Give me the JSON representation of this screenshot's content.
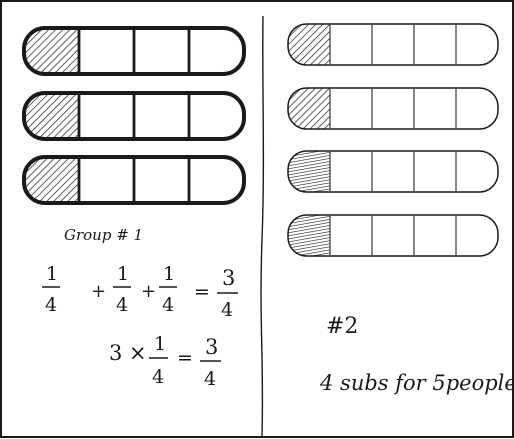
{
  "colors": {
    "ink": "#1a1a1a",
    "paper": "#ffffff"
  },
  "left_panel": {
    "bars": [
      {
        "parts": 4,
        "shaded": 1
      },
      {
        "parts": 4,
        "shaded": 1
      },
      {
        "parts": 4,
        "shaded": 1
      }
    ],
    "group_label": "Group # 1",
    "equation1": {
      "terms": [
        {
          "num": "1",
          "den": "4"
        },
        {
          "num": "1",
          "den": "4"
        },
        {
          "num": "1",
          "den": "4"
        }
      ],
      "plus": "+",
      "equals": "=",
      "result": {
        "num": "3",
        "den": "4"
      }
    },
    "equation2": {
      "multiplier": "3 ×",
      "term": {
        "num": "1",
        "den": "4"
      },
      "equals": "=",
      "result": {
        "num": "3",
        "den": "4"
      }
    }
  },
  "right_panel": {
    "bars": [
      {
        "parts": 5,
        "shaded": 1
      },
      {
        "parts": 5,
        "shaded": 1
      },
      {
        "parts": 5,
        "shaded": 1
      },
      {
        "parts": 5,
        "shaded": 1
      }
    ],
    "number_label": "#2",
    "caption": "4 subs for 5people"
  }
}
